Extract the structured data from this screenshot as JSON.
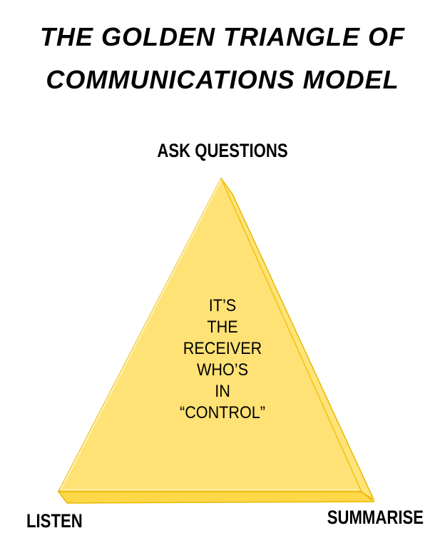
{
  "title": {
    "line1": "THE GOLDEN TRIANGLE OF",
    "line2": "COMMUNICATIONS MODEL"
  },
  "corners": {
    "top": "ASK QUESTIONS",
    "bottom_left": "LISTEN",
    "bottom_right": "SUMMARISE"
  },
  "center_text": {
    "lines": [
      "IT’S",
      "THE",
      "RECEIVER",
      "WHO’S",
      "IN",
      "“CONTROL”"
    ]
  },
  "colors": {
    "triangle_fill": "#FFE070",
    "triangle_edge_light": "#FFF3B0",
    "triangle_side_dark": "#F5C518",
    "outline": "#E8B800"
  }
}
